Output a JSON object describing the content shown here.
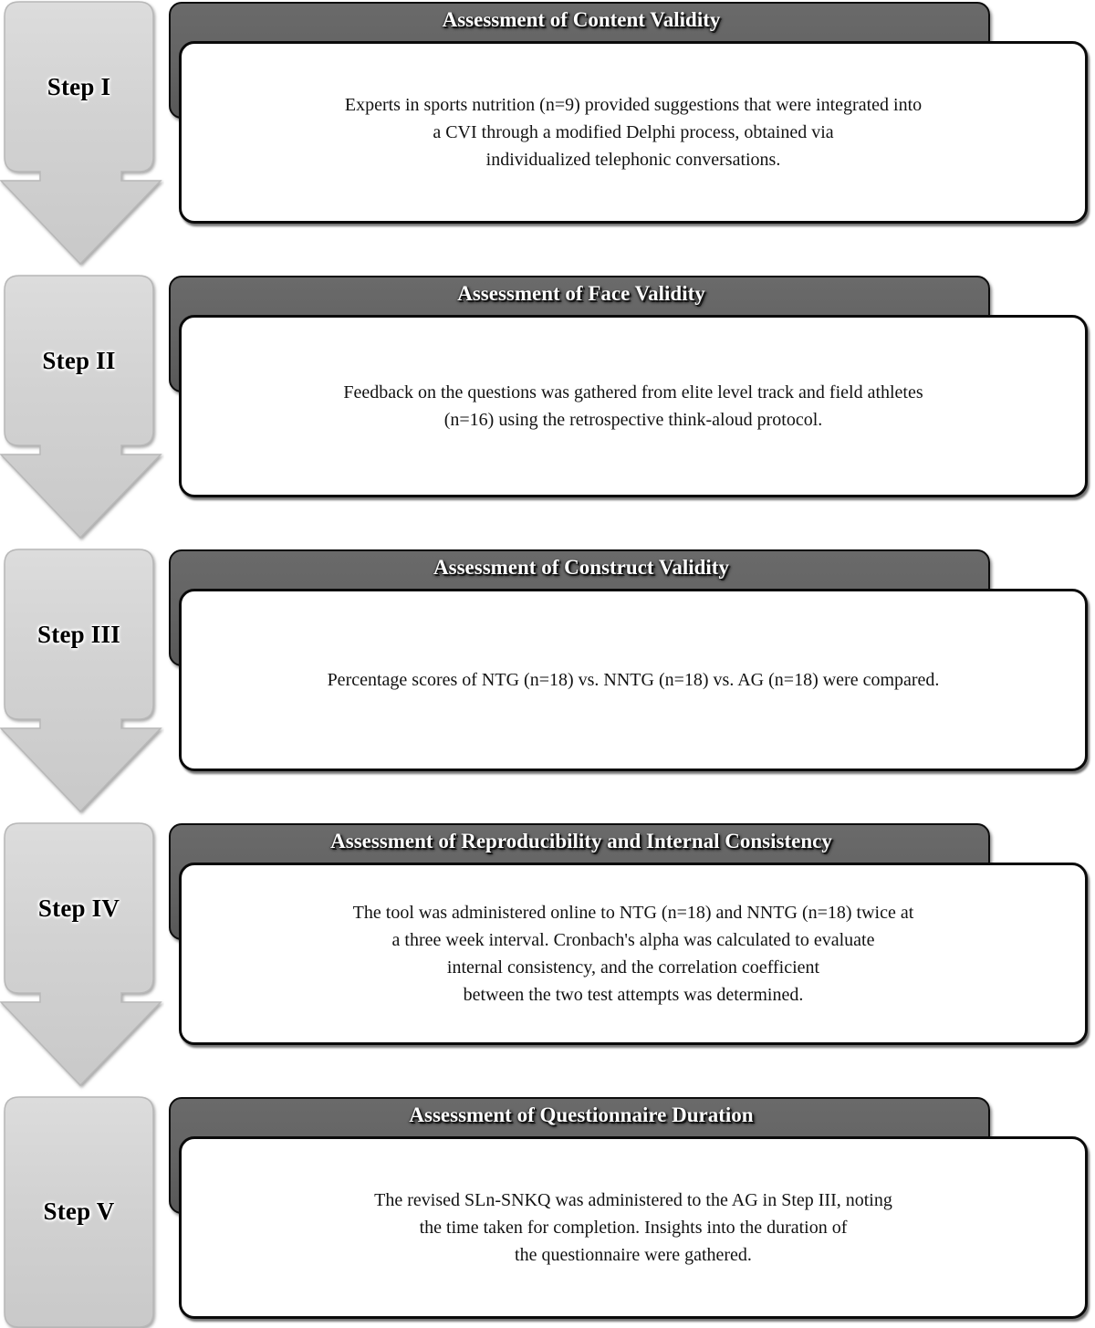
{
  "figure": {
    "type": "flowchart",
    "orientation": "vertical",
    "step_count": 5,
    "colors": {
      "marker_fill": "#d0d0d0",
      "marker_stroke": "#b8b8b8",
      "header_fill": "#626262",
      "header_stroke": "#0d0d0d",
      "body_fill": "#ffffff",
      "body_stroke": "#0a0a0a",
      "text": "#121212",
      "header_text": "#ffffff"
    }
  },
  "steps": [
    {
      "marker_label": "Step I",
      "marker_shape": "down-arrow",
      "title": "Assessment of Content Validity",
      "lines": [
        "Experts in sports nutrition (n=9) provided suggestions that were integrated into",
        "a CVI through a modified Delphi process, obtained via",
        "individualized telephonic conversations."
      ]
    },
    {
      "marker_label": "Step II",
      "marker_shape": "down-arrow",
      "title": "Assessment of Face Validity",
      "lines": [
        "Feedback on the questions was gathered from elite level track and field athletes",
        "(n=16) using the retrospective think-aloud protocol."
      ]
    },
    {
      "marker_label": "Step III",
      "marker_shape": "down-arrow",
      "title": "Assessment of Construct Validity",
      "lines": [
        "Percentage scores of NTG (n=18) vs. NNTG (n=18) vs. AG (n=18) were compared."
      ]
    },
    {
      "marker_label": "Step IV",
      "marker_shape": "down-arrow",
      "title": "Assessment of Reproducibility and Internal Consistency",
      "lines": [
        "The tool was administered online to NTG (n=18) and NNTG (n=18) twice at",
        "a three week interval. Cronbach's alpha was calculated to evaluate",
        "internal consistency, and the correlation coefficient",
        "between the two test attempts was determined."
      ]
    },
    {
      "marker_label": "Step V",
      "marker_shape": "rounded-rect",
      "title": "Assessment of Questionnaire Duration",
      "lines": [
        "The revised SLn-SNKQ was administered to the AG in Step III, noting",
        "the time taken for completion. Insights into the duration of",
        "the questionnaire were gathered."
      ]
    }
  ]
}
